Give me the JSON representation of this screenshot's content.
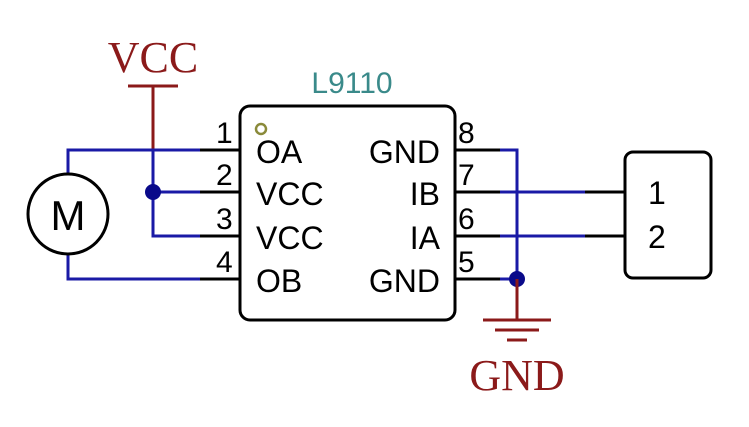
{
  "chip": {
    "name": "L9110",
    "pins": {
      "p1": {
        "num": "1",
        "name": "OA"
      },
      "p2": {
        "num": "2",
        "name": "VCC"
      },
      "p3": {
        "num": "3",
        "name": "VCC"
      },
      "p4": {
        "num": "4",
        "name": "OB"
      },
      "p5": {
        "num": "5",
        "name": "GND"
      },
      "p6": {
        "num": "6",
        "name": "IA"
      },
      "p7": {
        "num": "7",
        "name": "IB"
      },
      "p8": {
        "num": "8",
        "name": "GND"
      }
    }
  },
  "nets": {
    "vcc_label": "VCC",
    "gnd_label": "GND"
  },
  "motor": {
    "label": "M"
  },
  "connector": {
    "pin1": "1",
    "pin2": "2"
  },
  "colors": {
    "wire": "#1a1aa6",
    "power": "#8b1a1a",
    "chip_title": "#3a8a8a",
    "junction": "#0a0a8a"
  }
}
